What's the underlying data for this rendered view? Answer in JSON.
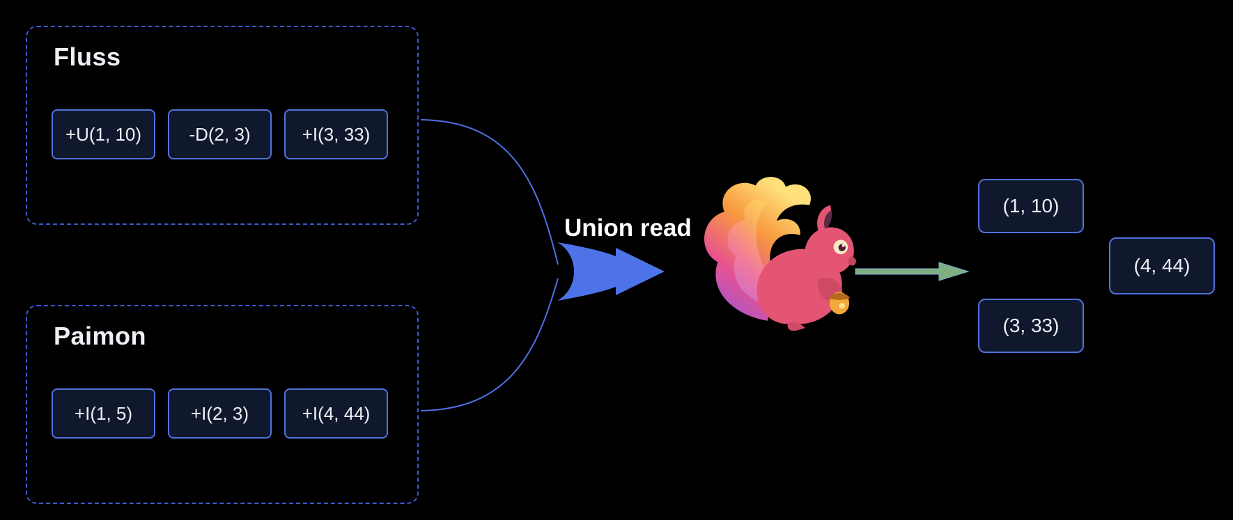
{
  "diagram": {
    "fluss": {
      "title": "Fluss",
      "items": [
        "+U(1, 10)",
        "-D(2, 3)",
        "+I(3, 33)"
      ]
    },
    "paimon": {
      "title": "Paimon",
      "items": [
        "+I(1, 5)",
        "+I(2, 3)",
        "+I(4, 44)"
      ]
    },
    "union": {
      "label": "Union read"
    },
    "outputs": [
      "(1, 10)",
      "(3, 33)",
      "(4, 44)"
    ],
    "logo": "flink-squirrel",
    "colors": {
      "background": "#000000",
      "box_border": "#5272dd",
      "box_fill": "#10182d",
      "group_border": "#3d5ad2",
      "text": "#eef0f6",
      "funnel_blue": "#4e73e8",
      "arrow_green": "#7fae7f"
    }
  }
}
